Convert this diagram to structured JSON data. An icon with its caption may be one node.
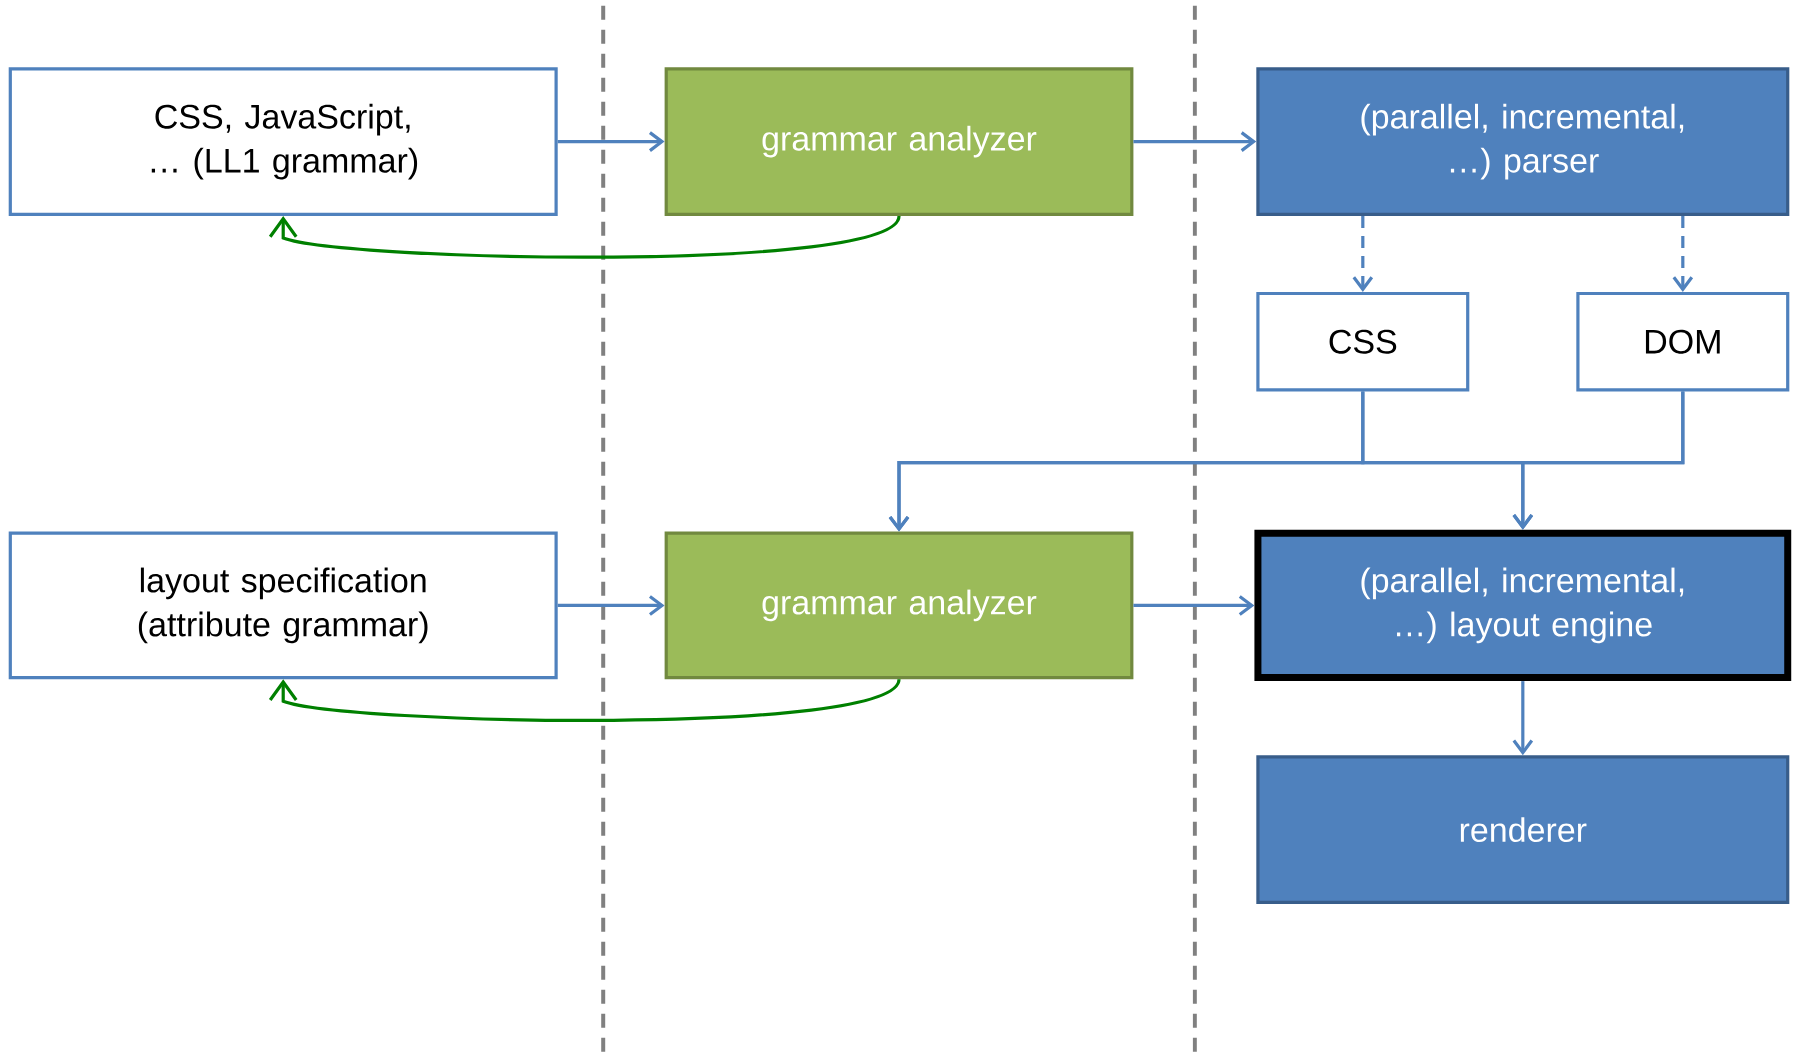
{
  "diagram": {
    "nodes": [
      {
        "text": [
          "CSS, JavaScript, … (LL1 grammar)"
        ]
      },
      {
        "text": [
          "grammar analyzer"
        ]
      },
      {
        "text": [
          "(parallel, incremental, …) parser"
        ]
      },
      {
        "text": [
          "CSS"
        ]
      },
      {
        "text": [
          "DOM"
        ]
      },
      {
        "text": [
          "layout specification (attribute grammar)"
        ]
      },
      {
        "text": [
          "grammar analyzer"
        ]
      },
      {
        "text": [
          "(parallel, incremental, …) layout engine"
        ]
      },
      {
        "text": [
          "renderer"
        ]
      }
    ],
    "edges": [
      {
        "from": 0,
        "to": 1,
        "arrow": "to"
      },
      {
        "from": 1,
        "to": 2,
        "arrow": "to"
      },
      {
        "from": 1,
        "to": 0,
        "arrow": "to",
        "color": "#008000"
      },
      {
        "from": 2,
        "to": 3,
        "arrow": "to",
        "style": "dashed"
      },
      {
        "from": 2,
        "to": 4,
        "arrow": "to",
        "style": "dashed"
      },
      {
        "from": 3,
        "to": 6,
        "arrow": "to"
      },
      {
        "from": 3,
        "to": 7,
        "arrow": "to"
      },
      {
        "from": 4,
        "to": 6,
        "arrow": "to"
      },
      {
        "from": 4,
        "to": 7,
        "arrow": "to"
      },
      {
        "from": 5,
        "to": 6,
        "arrow": "to"
      },
      {
        "from": 6,
        "to": 7,
        "arrow": "to"
      },
      {
        "from": 6,
        "to": 5,
        "arrow": "to",
        "color": "#008000"
      },
      {
        "from": 7,
        "to": 8,
        "arrow": "to"
      }
    ]
  }
}
